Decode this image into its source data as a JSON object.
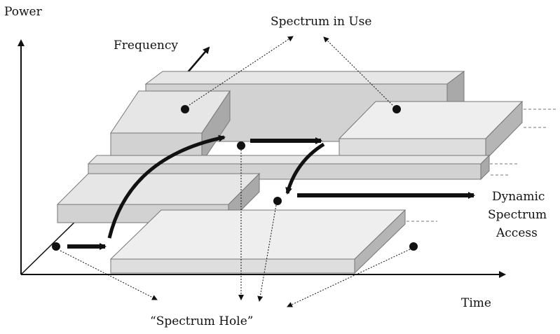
{
  "labels": {
    "power": "Power",
    "frequency": "Frequency",
    "time": "Time",
    "spectrum_in_use": "Spectrum in Use",
    "spectrum_hole": "“Spectrum Hole”",
    "dsa_line1": "Dynamic",
    "dsa_line2": "Spectrum",
    "dsa_line3": "Access"
  },
  "colors": {
    "block_top": "#e6e6e6",
    "block_front": "#d2d2d2",
    "block_side": "#a9a9a9",
    "light_top": "#eeeeee",
    "line": "#111111"
  }
}
